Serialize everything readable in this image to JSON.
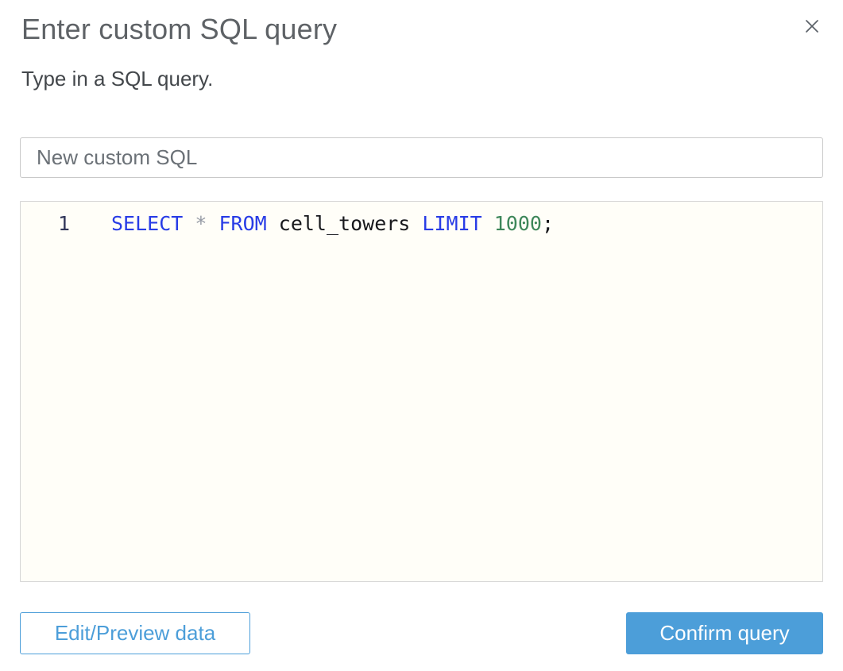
{
  "dialog": {
    "title": "Enter custom SQL query",
    "subtitle": "Type in a SQL query."
  },
  "name_input": {
    "value": "New custom SQL"
  },
  "sql_editor": {
    "line_number": "1",
    "query": "SELECT * FROM cell_towers LIMIT 1000;",
    "tokens": [
      {
        "text": "SELECT",
        "type": "keyword"
      },
      {
        "text": " ",
        "type": "space"
      },
      {
        "text": "*",
        "type": "operator"
      },
      {
        "text": " ",
        "type": "space"
      },
      {
        "text": "FROM",
        "type": "keyword"
      },
      {
        "text": " ",
        "type": "space"
      },
      {
        "text": "cell_towers",
        "type": "identifier"
      },
      {
        "text": " ",
        "type": "space"
      },
      {
        "text": "LIMIT",
        "type": "keyword"
      },
      {
        "text": " ",
        "type": "space"
      },
      {
        "text": "1000",
        "type": "number"
      },
      {
        "text": ";",
        "type": "punctuation"
      }
    ]
  },
  "footer": {
    "edit_preview_label": "Edit/Preview data",
    "confirm_label": "Confirm query"
  },
  "colors": {
    "accent_blue": "#4c9ed9",
    "keyword_blue": "#283ce6",
    "number_green": "#3e875a",
    "operator_gray": "#969ba5",
    "editor_background": "#fffef8",
    "title_gray": "#5e6266"
  }
}
